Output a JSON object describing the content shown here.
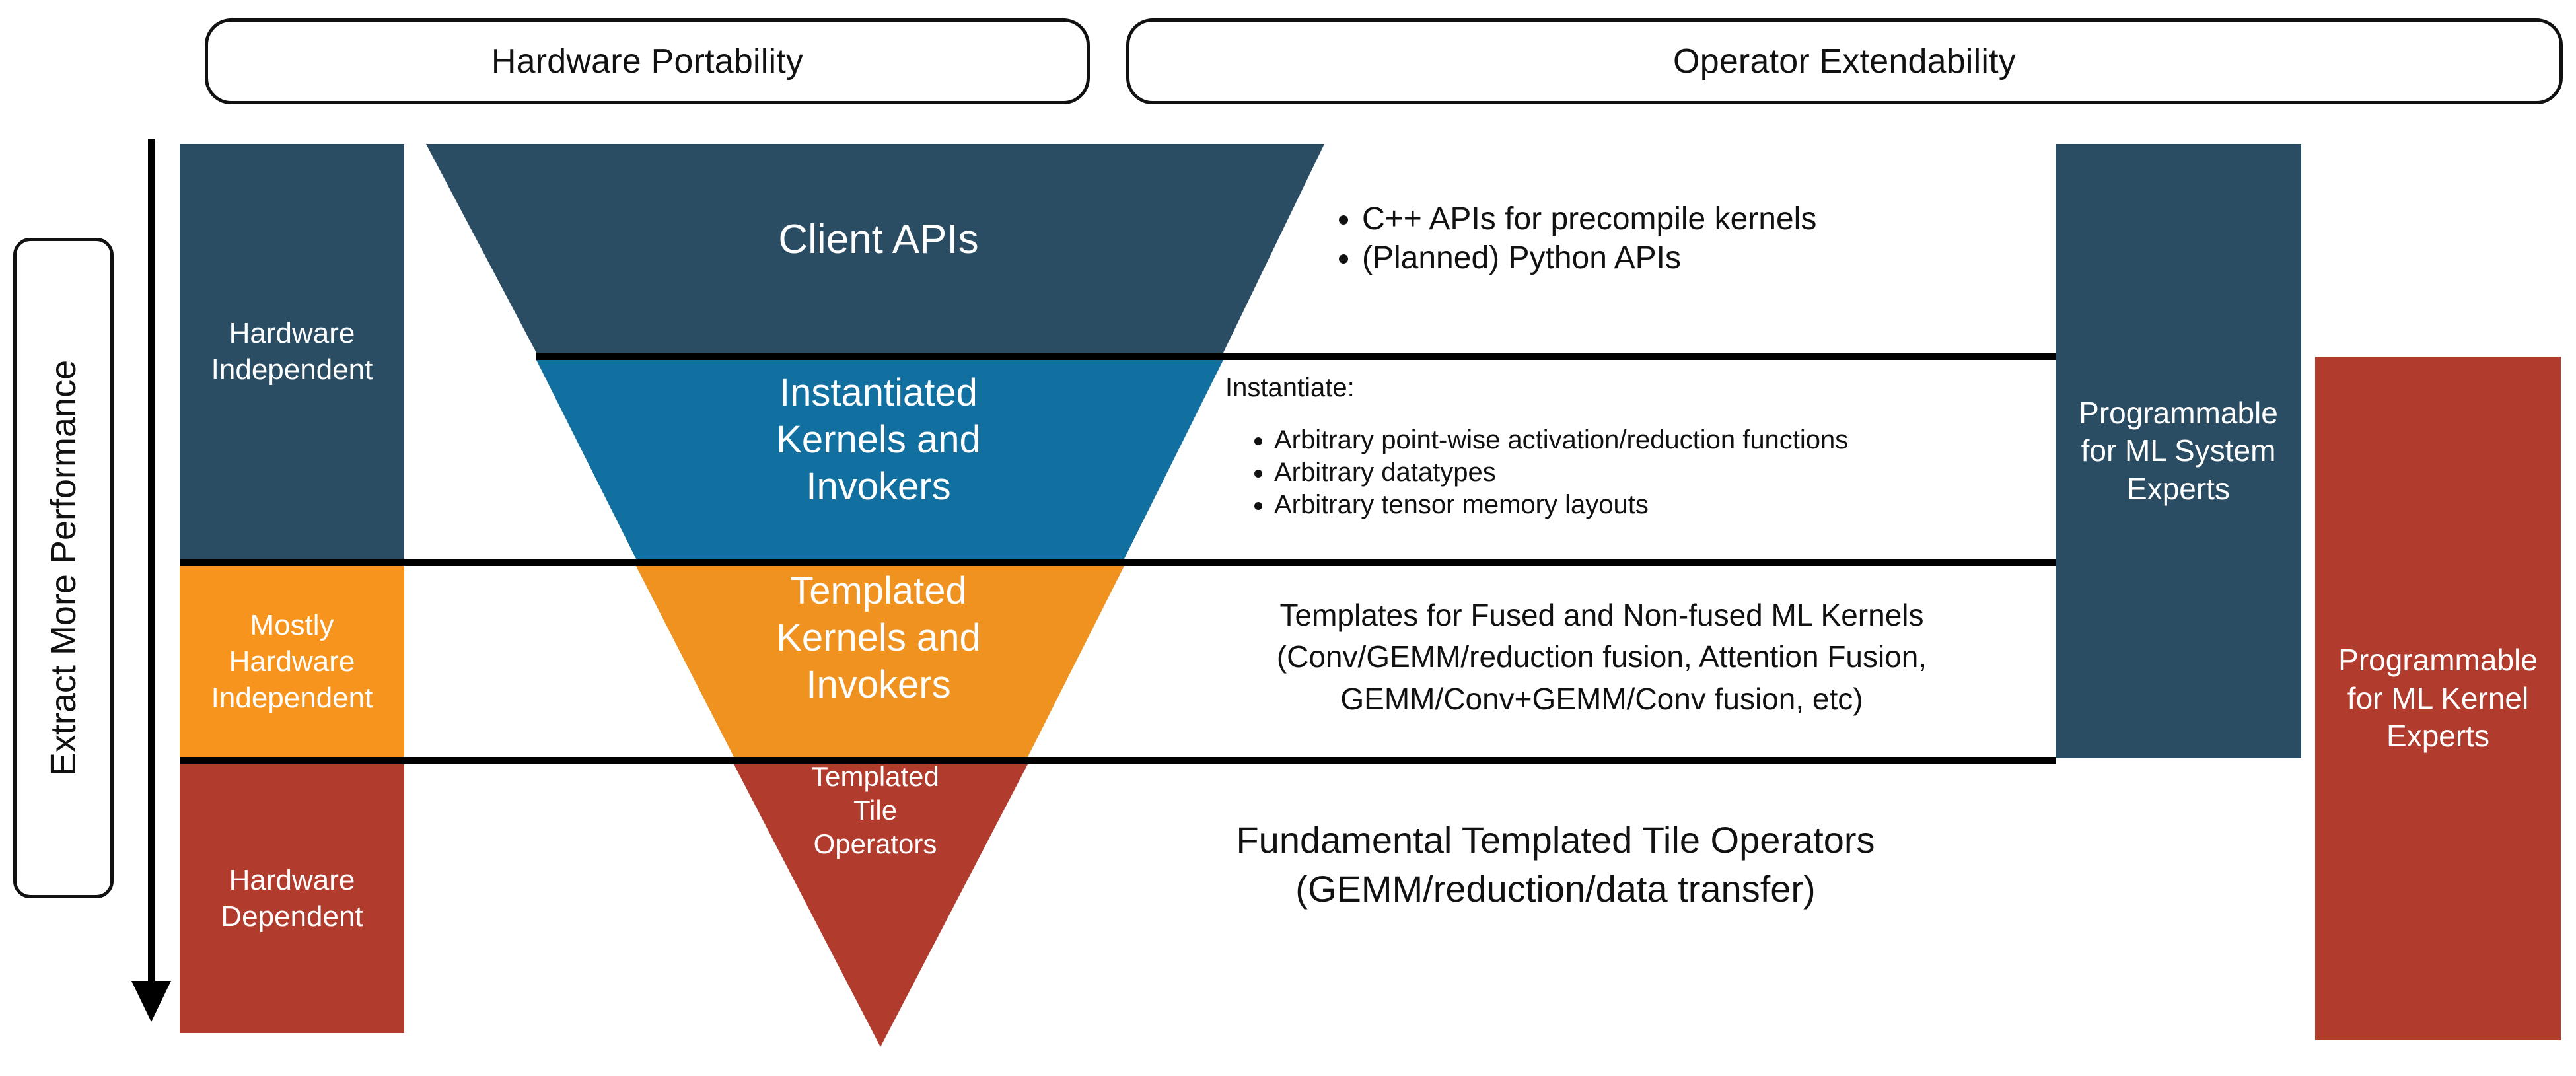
{
  "header": {
    "pills": [
      {
        "label": "Hardware Portability"
      },
      {
        "label": "Operator Extendability"
      }
    ]
  },
  "performance_axis": {
    "label": "Extract More Performance",
    "direction": "downward-arrow"
  },
  "dependency_column": [
    {
      "label": "Hardware\nIndependent",
      "color": "#2b4d64"
    },
    {
      "label": "Mostly\nHardware\nIndependent",
      "color": "#f7941d"
    },
    {
      "label": "Hardware\nDependent",
      "color": "#b13c2e"
    }
  ],
  "funnel": {
    "layers": [
      {
        "name": "client-apis",
        "label": "Client APIs",
        "color": "#2b4d64"
      },
      {
        "name": "instantiated",
        "label": "Instantiated\nKernels and\nInvokers",
        "color": "#1170a0"
      },
      {
        "name": "templated",
        "label": "Templated\nKernels and\nInvokers",
        "color": "#f0921f"
      },
      {
        "name": "tile-operators",
        "label": "Templated\nTile\nOperators",
        "color": "#b13c2e"
      }
    ]
  },
  "descriptions": {
    "client_apis": {
      "bullets": [
        "C++ APIs for precompile kernels",
        "(Planned) Python APIs"
      ]
    },
    "instantiated": {
      "lead": "Instantiate:",
      "bullets": [
        "Arbitrary point-wise activation/reduction functions",
        "Arbitrary datatypes",
        "Arbitrary tensor memory layouts"
      ]
    },
    "templated": {
      "lines": [
        "Templates for Fused and Non-fused ML Kernels",
        "(Conv/GEMM/reduction fusion, Attention Fusion,",
        "GEMM/Conv+GEMM/Conv fusion, etc)"
      ]
    },
    "fundamental": {
      "lines": [
        "Fundamental Templated Tile Operators",
        "(GEMM/reduction/data transfer)"
      ]
    }
  },
  "audience_bars": [
    {
      "label": "Programmable\nfor ML System\nExperts",
      "color": "#2b4d64"
    },
    {
      "label": "Programmable\nfor ML Kernel\nExperts",
      "color": "#b13c2e"
    }
  ],
  "colors": {
    "dark_blue": "#2b4d64",
    "mid_blue": "#1170a0",
    "orange": "#f0921f",
    "amber": "#f7941d",
    "red": "#b13c2e",
    "line": "#000000",
    "background": "#ffffff"
  }
}
